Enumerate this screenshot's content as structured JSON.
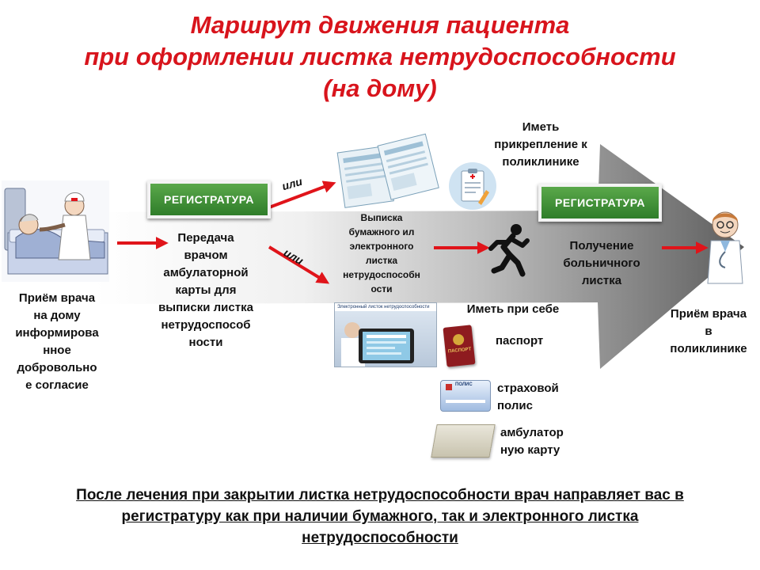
{
  "title": {
    "line1": "Маршрут движения пациента",
    "line2": "при оформлении листка нетрудоспособности",
    "line3": "(на дому)"
  },
  "registry_label": "РЕГИСТРАТУРА",
  "or_label": "или",
  "step1": {
    "lines": [
      "Приём врача",
      "на дому",
      "информирова",
      "нное",
      "добровольно",
      "е согласие"
    ]
  },
  "step2": {
    "lines": [
      "Передача",
      "врачом",
      "амбулаторной",
      "карты для",
      "выписки листка",
      "нетрудоспособ",
      "ности"
    ]
  },
  "step3": {
    "lines": [
      "Выписка",
      "бумажного ил",
      "электронного",
      "листка",
      "нетрудоспособн",
      "ости"
    ]
  },
  "screen_caption": "Электронный листок нетрудоспособности",
  "attach": {
    "lines": [
      "Иметь",
      "прикрепление к",
      "поликлинике"
    ]
  },
  "step4": {
    "lines": [
      "Получение",
      "больничного",
      "листка"
    ]
  },
  "step5": {
    "lines": [
      "Приём врача",
      "в",
      "поликлинике"
    ]
  },
  "bring": {
    "heading": "Иметь при себе",
    "passport": "паспорт",
    "passport_cover": "ПАСПОРТ",
    "policy_lines": [
      "страховой",
      "полис"
    ],
    "policy_card": "ПОЛИС",
    "card_lines": [
      "амбулатор",
      "ную карту"
    ]
  },
  "bottom_note": {
    "lines": [
      "После лечения при закрытии листка нетрудоспособности врач направляет вас в",
      "регистратуру как при наличии бумажного, так и электронного листка",
      "нетрудоспособности"
    ]
  },
  "colors": {
    "title": "#d8141c",
    "arrow_red": "#e0141a",
    "registry_green": "#2f7d2a",
    "band_dark": "#6b6b6b"
  }
}
